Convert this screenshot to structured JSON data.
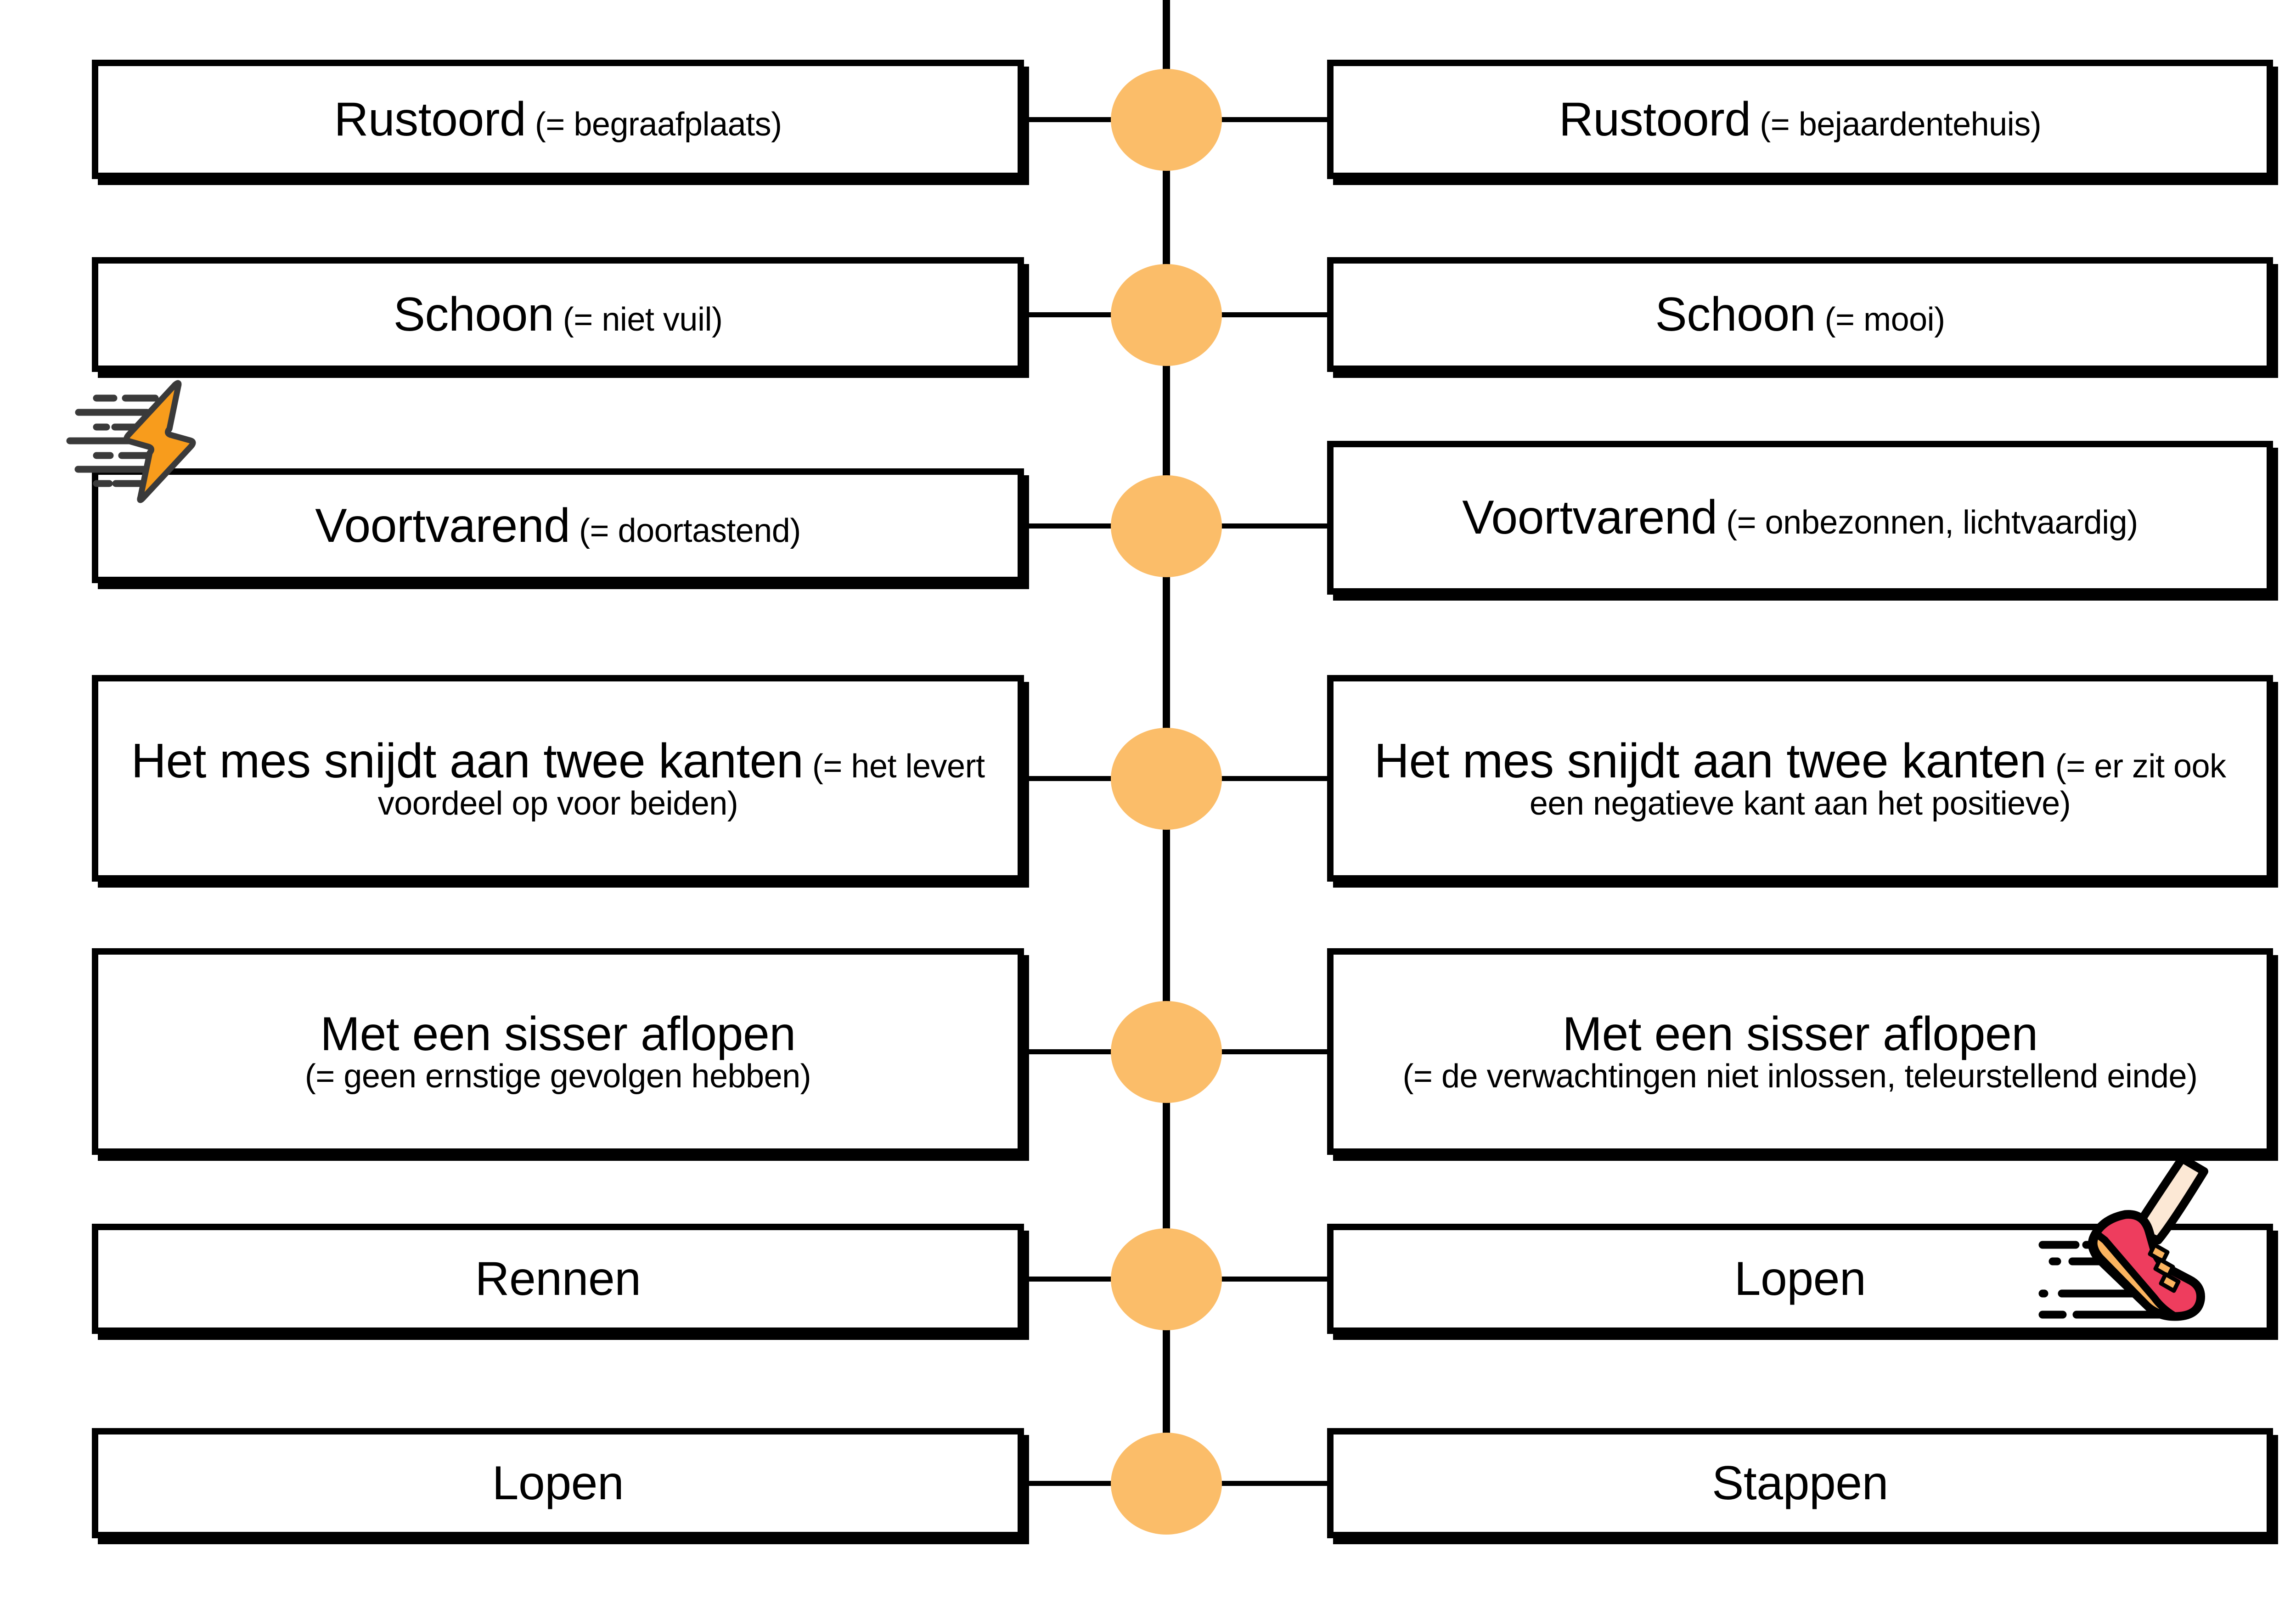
{
  "colors": {
    "node": "#FBBD69",
    "line": "#000000",
    "box_border": "#000000",
    "background": "#FFFFFF",
    "bolt_fill": "#F89C1C",
    "bolt_stroke": "#3A3A3A",
    "shoe_body": "#EE3D5E",
    "shoe_sole": "#FBB45F",
    "leg_skin": "#FCE8D5"
  },
  "diagram": {
    "type": "paired-comparison",
    "left_column_label": "",
    "right_column_label": "",
    "rows": [
      {
        "id": "rustoord",
        "left": {
          "term": "Rustoord",
          "gloss": "(= begraafplaats)"
        },
        "right": {
          "term": "Rustoord",
          "gloss": "(= bejaardentehuis)"
        }
      },
      {
        "id": "schoon",
        "left": {
          "term": "Schoon",
          "gloss": "(= niet vuil)"
        },
        "right": {
          "term": "Schoon",
          "gloss": "(= mooi)"
        }
      },
      {
        "id": "voortvarend",
        "left": {
          "term": "Voortvarend",
          "gloss": "(= doortastend)"
        },
        "right": {
          "term": "Voortvarend",
          "gloss": "(= onbezonnen, lichtvaardig)"
        }
      },
      {
        "id": "mes-twee-kanten",
        "left": {
          "term": "Het mes snijdt aan twee kanten",
          "gloss": "(= het levert voordeel op voor beiden)"
        },
        "right": {
          "term": "Het mes snijdt aan twee kanten",
          "gloss": "(= er zit ook een negatieve kant aan het positieve)"
        }
      },
      {
        "id": "sisser-aflopen",
        "left": {
          "term": "Met een sisser aflopen",
          "gloss": "(= geen ernstige gevolgen hebben)"
        },
        "right": {
          "term": "Met een sisser aflopen",
          "gloss": "(= de verwachtingen niet inlossen, teleurstellend einde)"
        }
      },
      {
        "id": "rennen-lopen",
        "left": {
          "term": "Rennen",
          "gloss": ""
        },
        "right": {
          "term": "Lopen",
          "gloss": ""
        }
      },
      {
        "id": "lopen-stappen",
        "left": {
          "term": "Lopen",
          "gloss": ""
        },
        "right": {
          "term": "Stappen",
          "gloss": ""
        }
      }
    ]
  },
  "icons": {
    "lightning": {
      "name": "lightning-bolt-speed-icon",
      "row": "voortvarend",
      "side": "left"
    },
    "shoe": {
      "name": "running-shoe-speed-icon",
      "row": "rennen-lopen",
      "side": "right"
    }
  }
}
